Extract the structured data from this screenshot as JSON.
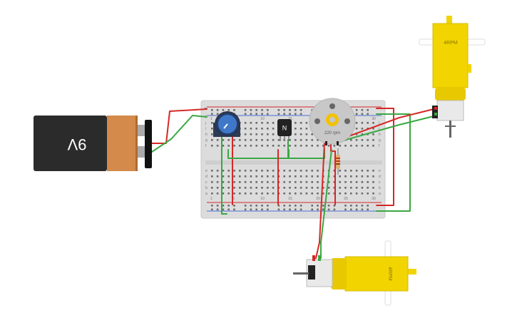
{
  "battery": {
    "label": "9V",
    "body_color": "#2b2b2b",
    "cap_color": "#d38a4a"
  },
  "dc_motor": {
    "label": "220 rpm"
  },
  "gear_motor_top": {
    "label": "4RPM"
  },
  "gear_motor_bottom": {
    "label": "4RPM"
  },
  "transistor": {
    "label": "N"
  },
  "breadboard": {
    "row_letters_top": [
      "j",
      "i",
      "h",
      "g",
      "f"
    ],
    "row_letters_bottom": [
      "e",
      "d",
      "c",
      "b",
      "a"
    ],
    "rail_minus": "−",
    "rail_plus": "+",
    "col_numbers": [
      "1",
      "5",
      "10",
      "15",
      "20",
      "25",
      "30"
    ]
  },
  "colors": {
    "wire_red": "#d62828",
    "wire_green": "#3aa843",
    "motor_yellow": "#f2d400"
  }
}
